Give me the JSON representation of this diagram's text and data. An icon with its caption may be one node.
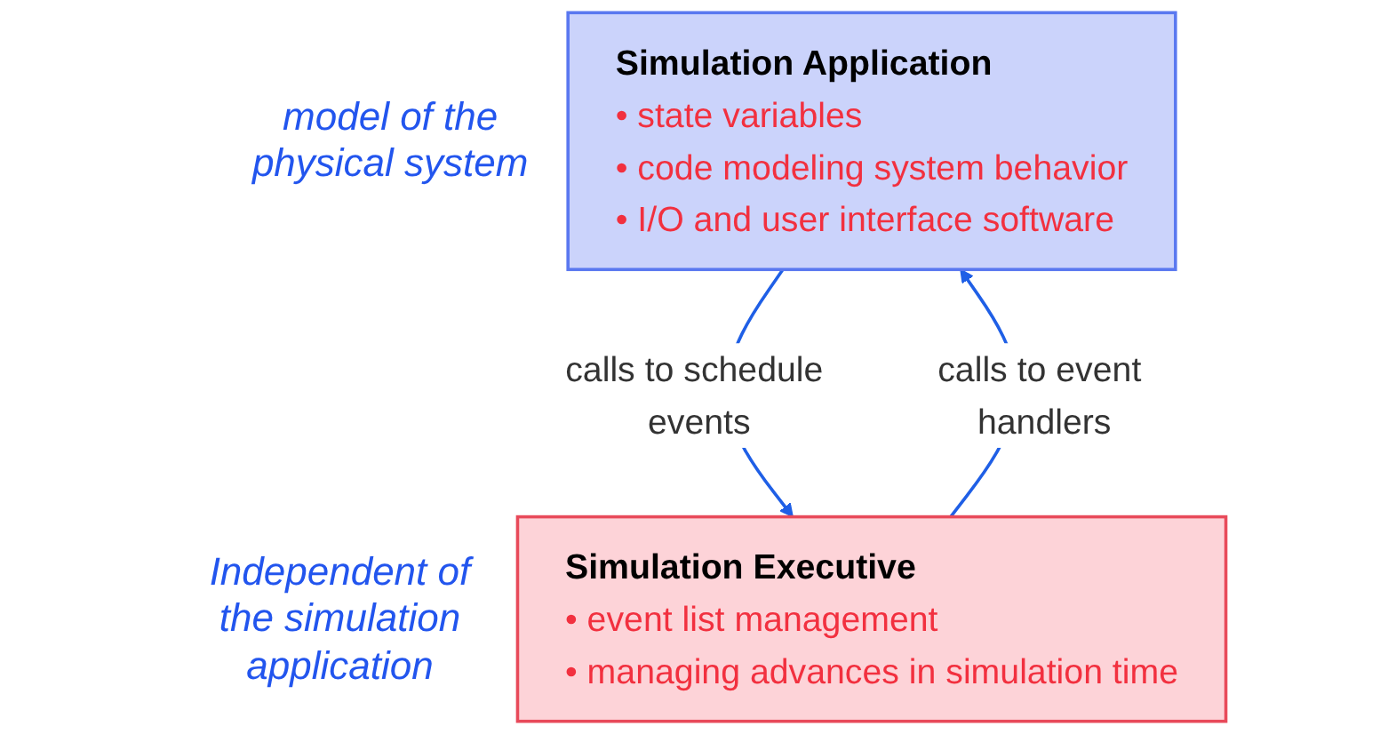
{
  "diagram": {
    "nodes": [
      {
        "text": [
          "Simulation Application",
          "• state variables",
          "• code modeling system behavior",
          "• I/O and user interface software"
        ],
        "beside": [
          "model of the physical system"
        ]
      },
      {
        "text": [
          "Simulation Executive",
          "• event list management",
          "• managing advances in simulation time"
        ],
        "beside": [
          "Independent of the simulation application"
        ]
      }
    ],
    "edges": [
      {
        "from": 0,
        "to": 1,
        "arrow": "to",
        "label": "calls to schedule events"
      },
      {
        "from": 1,
        "to": 0,
        "arrow": "to",
        "label": "calls to event handlers"
      }
    ]
  }
}
